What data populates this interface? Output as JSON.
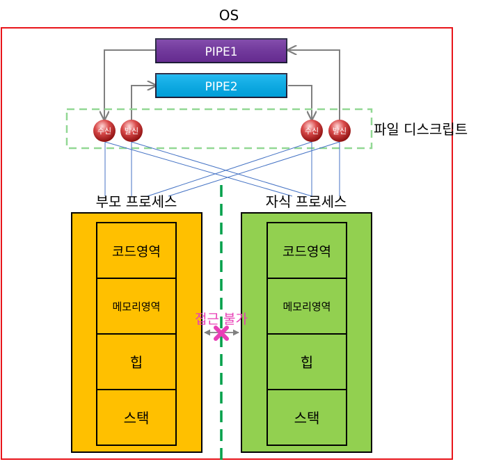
{
  "os_label": "OS",
  "pipes": [
    {
      "label": "PIPE1",
      "color": "#7030a0"
    },
    {
      "label": "PIPE2",
      "color": "#00b0f0"
    }
  ],
  "file_descriptor_label": "파일 디스크립트",
  "endpoints": {
    "receive": "수신",
    "send": "발신"
  },
  "parent": {
    "title": "부모 프로세스",
    "color": "#ffc000",
    "segments": [
      "코드영역",
      "메모리영역",
      "힙",
      "스택"
    ]
  },
  "child": {
    "title": "자식 프로세스",
    "color": "#92d050",
    "segments": [
      "코드영역",
      "메모리영역",
      "힙",
      "스택"
    ]
  },
  "no_access_label": "접근 불가",
  "colors": {
    "os_border": "#e8141a",
    "divider": "#00a04a",
    "fd_box": "#92d894",
    "link_line": "#4472c4",
    "pipe_arrow": "#7f7f7f",
    "no_access": "#e83fb6"
  }
}
